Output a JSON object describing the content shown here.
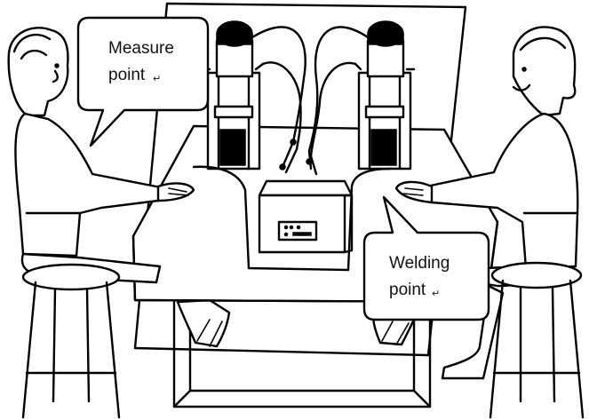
{
  "callouts": {
    "measure": {
      "line1": "Measure",
      "line2": "point",
      "mark": "↵"
    },
    "welding": {
      "line1": "Welding",
      "line2": "point",
      "mark": "↵"
    }
  },
  "colors": {
    "stroke": "#000000",
    "fill": "#ffffff"
  }
}
